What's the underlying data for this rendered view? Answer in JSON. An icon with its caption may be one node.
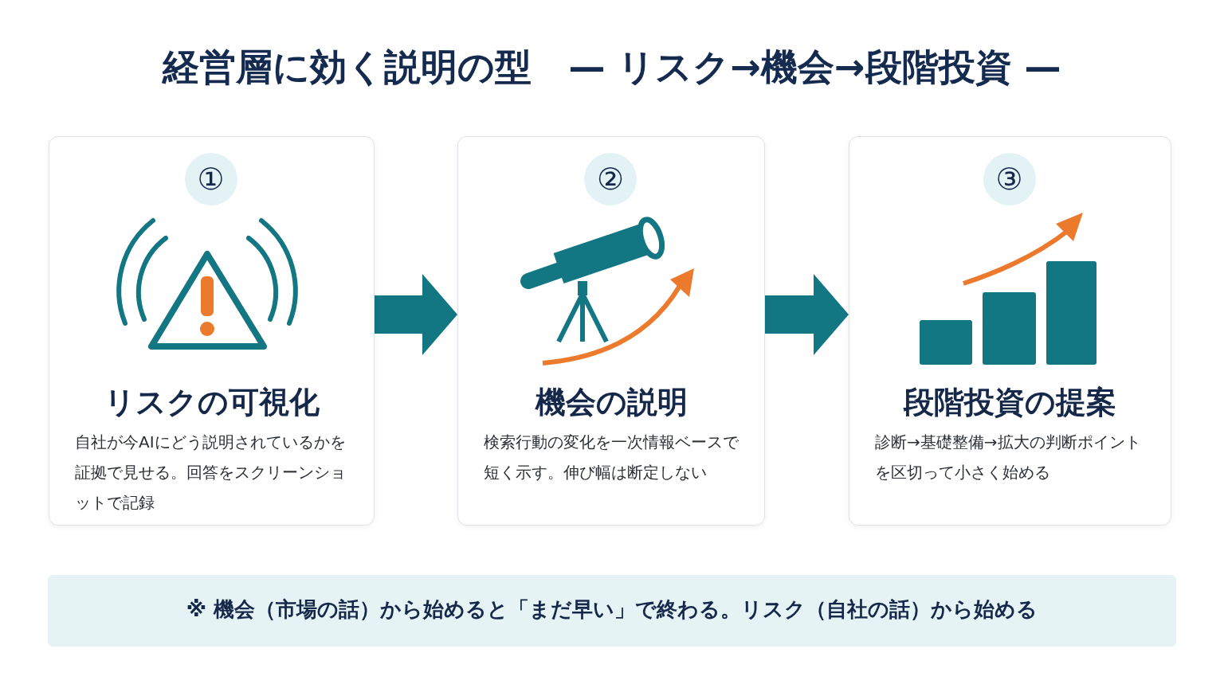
{
  "diagram": {
    "title": "経営層に効く説明の型　— リスク→機会→段階投資 —",
    "nodes": [
      {
        "text": [
          "①",
          "リスクの可視化",
          "自社が今AIにどう説明されているかを証拠で見せる。回答をスクリーンショットで記録"
        ]
      },
      {
        "text": [
          "②",
          "機会の説明",
          "検索行動の変化を一次情報ベースで短く示す。伸び幅は断定しない"
        ]
      },
      {
        "text": [
          "③",
          "段階投資の提案",
          "診断→基礎整備→拡大の判断ポイントを区切って小さく始める"
        ]
      },
      {
        "text": [
          "※ 機会（市場の話）から始めると「まだ早い」で終わる。リスク（自社の話）から始める"
        ]
      }
    ],
    "edges": [
      {
        "from": 0,
        "to": 1,
        "arrow": "to"
      },
      {
        "from": 1,
        "to": 2,
        "arrow": "to"
      }
    ]
  }
}
